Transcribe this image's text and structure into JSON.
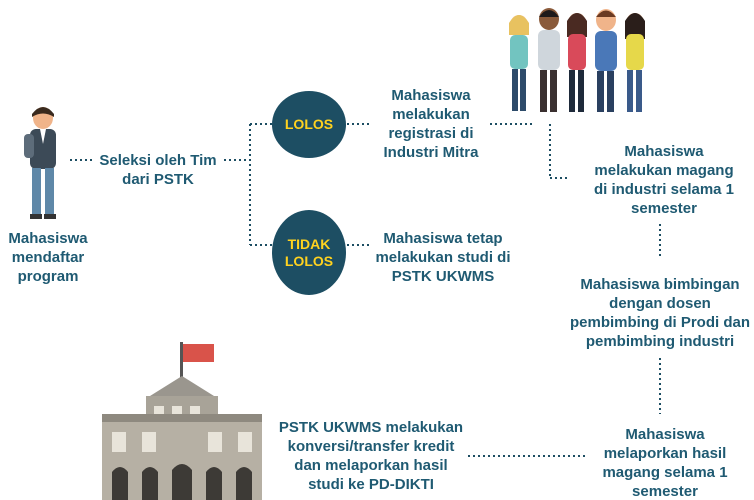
{
  "nodes": {
    "student_register": "Mahasiswa mendaftar program",
    "selection": "Seleksi oleh Tim dari PSTK",
    "pass": "LOLOS",
    "fail_line1": "TIDAK",
    "fail_line2": "LOLOS",
    "registration": "Mahasiswa melakukan registrasi di Industri Mitra",
    "continue_study": "Mahasiswa tetap melakukan studi di PSTK UKWMS",
    "internship": "Mahasiswa melakukan magang di industri selama 1 semester",
    "guidance": "Mahasiswa bimbingan dengan dosen pembimbing di Prodi dan pembimbing industri",
    "report": "Mahasiswa melaporkan hasil magang selama 1 semester",
    "credit_transfer": "PSTK UKWMS melakukan konversi/transfer kredit dan melaporkan hasil studi ke PD-DIKTI"
  },
  "illustrations": {
    "student": "student-figure-icon",
    "student_group": "student-group-icon",
    "building": "university-building-icon"
  },
  "colors": {
    "text": "#1f5a72",
    "circle": "#1d4e63",
    "circle_text": "#ffd21f",
    "connector": "#1d4e63"
  }
}
